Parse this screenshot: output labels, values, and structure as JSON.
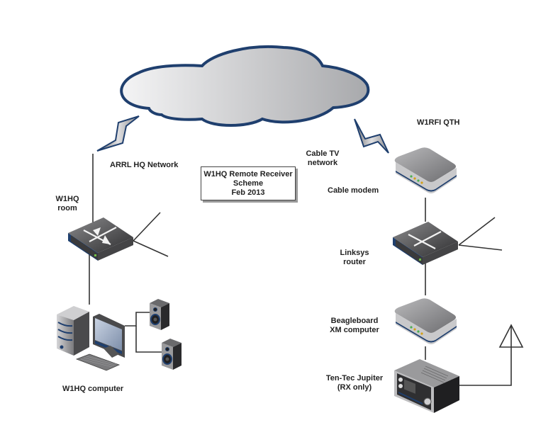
{
  "diagram": {
    "title_box": {
      "line1": "W1HQ Remote Receiver",
      "line2": "Scheme",
      "line3": "Feb 2013"
    },
    "cloud": {
      "icon": "internet-cloud-icon"
    },
    "left_site": {
      "network_label": "ARRL HQ Network",
      "room_label_line1": "W1HQ",
      "room_label_line2": "room",
      "switch": {
        "icon": "network-switch-icon"
      },
      "computer": {
        "icon": "desktop-computer-icon",
        "label": "W1HQ computer"
      },
      "speakers": [
        {
          "icon": "speaker-icon"
        },
        {
          "icon": "speaker-icon"
        }
      ]
    },
    "right_site": {
      "site_label": "W1RFI QTH",
      "network_label_line1": "Cable TV",
      "network_label_line2": "network",
      "devices": [
        {
          "id": "cable-modem",
          "icon": "modem-icon",
          "label_line1": "Cable modem",
          "label_line2": ""
        },
        {
          "id": "linksys-router",
          "icon": "network-switch-icon",
          "label_line1": "Linksys",
          "label_line2": "router"
        },
        {
          "id": "beagleboard",
          "icon": "modem-icon",
          "label_line1": "Beagleboard",
          "label_line2": "XM computer"
        },
        {
          "id": "ten-tec-jupiter",
          "icon": "radio-receiver-icon",
          "label_line1": "Ten-Tec Jupiter",
          "label_line2": "(RX only)"
        }
      ],
      "antenna": {
        "icon": "antenna-icon"
      }
    },
    "colors": {
      "outline_blue": "#1f3f6e",
      "cloud_light": "#f2f2f2",
      "cloud_dark": "#a9aaad",
      "line": "#333333",
      "device_gray": "#8a8a8a",
      "device_dark": "#3a3a3a",
      "led_green": "#4caf50",
      "led_amber": "#d4a017"
    }
  }
}
